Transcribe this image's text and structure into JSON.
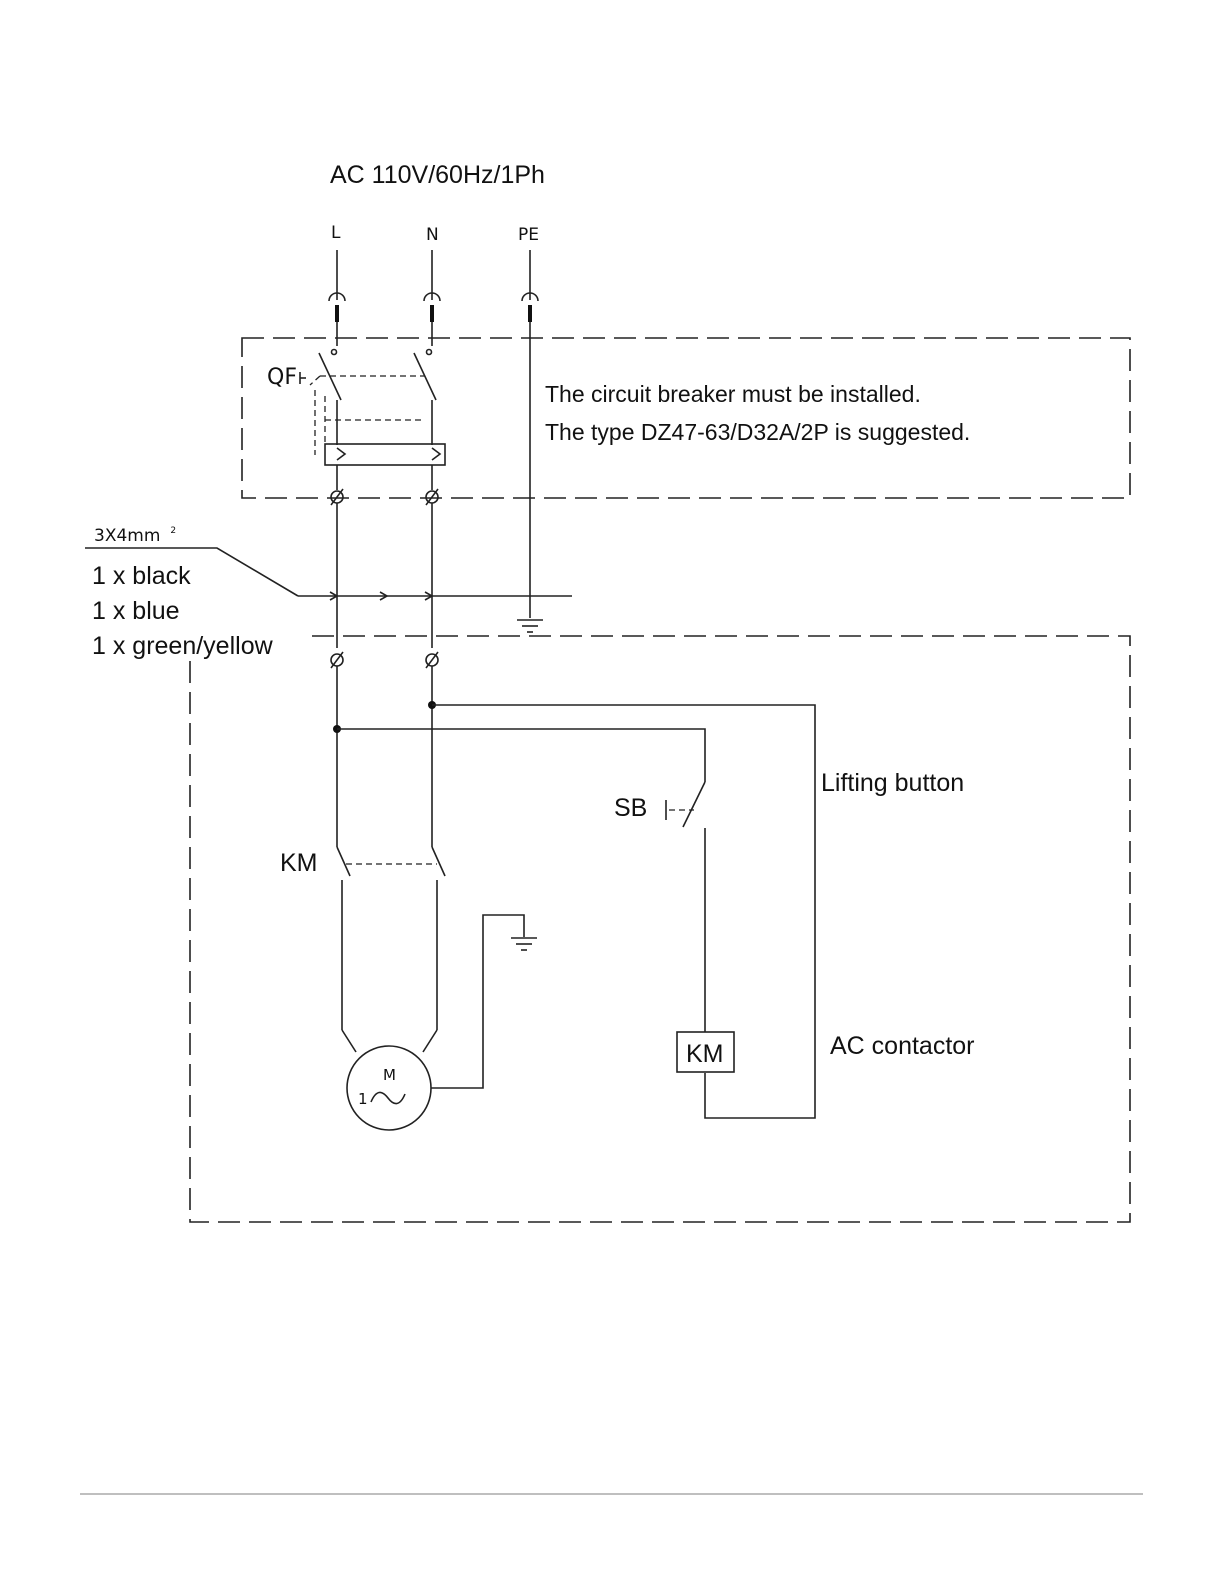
{
  "supply": {
    "title": "AC 110V/60Hz/1Ph",
    "terminals": [
      "L",
      "N",
      "PE"
    ]
  },
  "breaker": {
    "label": "QF",
    "note_line1": "The circuit breaker must be installed.",
    "note_line2": "The type DZ47-63/D32A/2P is suggested."
  },
  "cable": {
    "spec": "3X4mm",
    "spec_sup": "2",
    "wires": [
      "1 x black",
      "1 x blue",
      "1 x green/yellow"
    ]
  },
  "control": {
    "button_label": "SB",
    "button_desc": "Lifting button",
    "contactor_label": "KM",
    "contactor_coil": "KM",
    "contactor_desc": "AC contactor"
  },
  "motor": {
    "label": "M",
    "phase": "1"
  }
}
